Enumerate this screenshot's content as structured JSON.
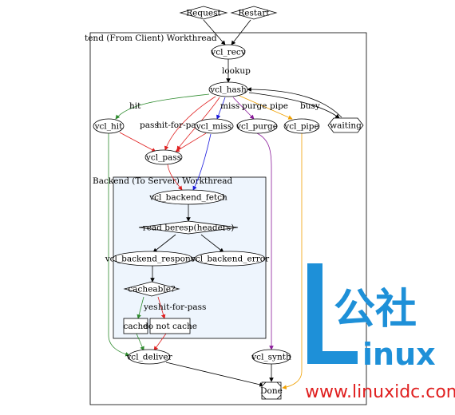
{
  "diagram": {
    "clusters": {
      "frontend": "tend (From Client) Workthread",
      "backend": "Backend (To Server) Workthread"
    },
    "nodes": {
      "request": "Request",
      "restart": "Restart",
      "vcl_recv": "vcl_recv",
      "vcl_hash": "vcl_hash",
      "vcl_hit": "vcl_hit",
      "vcl_miss": "vcl_miss",
      "vcl_purge": "vcl_purge",
      "vcl_pipe": "vcl_pipe",
      "waiting": "waiting",
      "vcl_pass": "vcl_pass",
      "vcl_backend_fetch": "vcl_backend_fetch",
      "read_beresp": "read beresp(headers)",
      "vcl_backend_response": "vcl_backend_response",
      "vcl_backend_error": "vcl_backend_error",
      "cacheable": "cacheable?",
      "cache": "cache",
      "do_not_cache": "do not cache",
      "vcl_deliver": "vcl_deliver",
      "vcl_synth": "vcl_synth",
      "done": "Done"
    },
    "edge_labels": {
      "lookup": "lookup",
      "hit": "hit",
      "miss": "miss",
      "purge": "purge",
      "pipe": "pipe",
      "busy": "busy",
      "pass": "pass",
      "hit_for_pass": "hit-for-pass",
      "yes": "yes",
      "hit_for_pass_2": "hit-for-pass"
    },
    "edge_colors": {
      "default": "#000000",
      "hit": "#2e8b2e",
      "pass": "#e02020",
      "miss": "#1a1add",
      "purge": "#8a1a9a",
      "pipe": "#f0a000"
    }
  },
  "watermark": {
    "big_letter": "L",
    "chinese": "公社",
    "word": "inux",
    "url": "www.linuxidc.com",
    "color": "#1e90d8",
    "url_color": "#e02020"
  }
}
